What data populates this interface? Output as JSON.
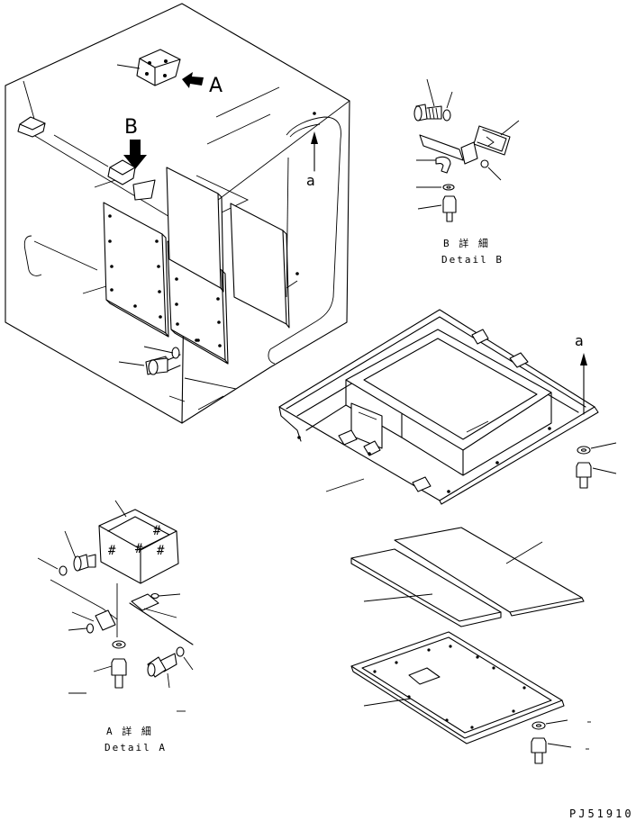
{
  "labels": {
    "view_a": "A",
    "view_b": "B",
    "ref_a_top": "a",
    "ref_a_floor": "a"
  },
  "captions": {
    "detail_b_jp": "B 詳 細",
    "detail_b_en": "Detail B",
    "detail_a_jp": "A 詳 細",
    "detail_a_en": "Detail A"
  },
  "drawing_code": "PJ51910"
}
